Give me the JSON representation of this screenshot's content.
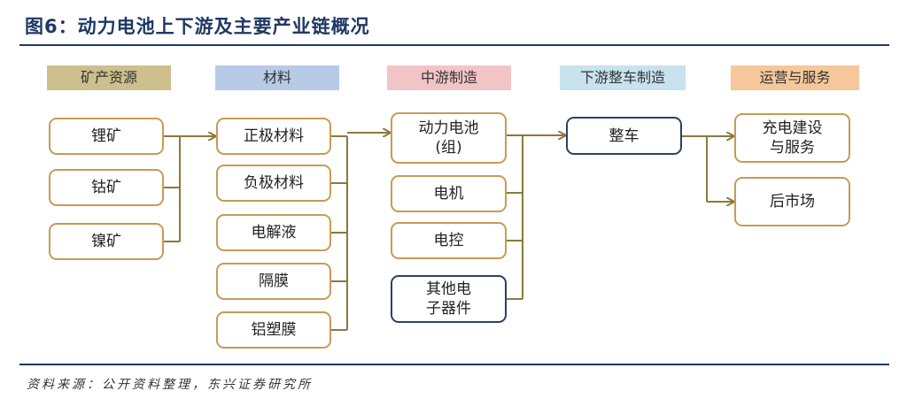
{
  "title": "图6：动力电池上下游及主要产业链概况",
  "headers": {
    "mining": "矿产资源",
    "materials": "材料",
    "midstream": "中游制造",
    "downstream": "下游整车制造",
    "operation": "运营与服务"
  },
  "header_colors": {
    "mining": "#cdbf8e",
    "materials": "#b7cbe6",
    "midstream": "#f2c4c6",
    "downstream": "#c8e2ee",
    "operation": "#f6c79a"
  },
  "nodes": {
    "lithium": "锂矿",
    "cobalt": "钴矿",
    "nickel": "镍矿",
    "cathode": "正极材料",
    "anode": "负极材料",
    "electrolyte": "电解液",
    "separator": "隔膜",
    "aluminum_film": "铝塑膜",
    "battery": "动力电池\n(组)",
    "motor": "电机",
    "control": "电控",
    "other": "其他电\n子器件",
    "vehicle": "整车",
    "charging": "充电建设\n与服务",
    "aftermarket": "后市场"
  },
  "colors": {
    "connector": "#8a7a3a",
    "box_border": "#c99a55",
    "navy_border": "#2b3f6b",
    "title": "#1f3864"
  },
  "source": "资料来源：公开资料整理，东兴证券研究所"
}
